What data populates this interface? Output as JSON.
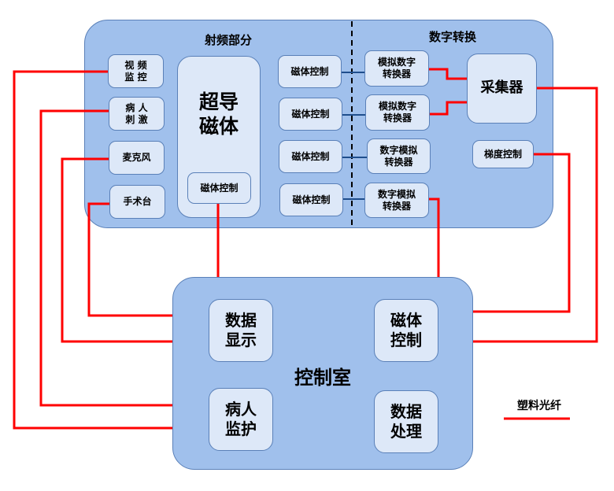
{
  "rf_section": {
    "title": "射频部分",
    "items": {
      "video_monitor": "视  频\n监  控",
      "patient_stimulus": "病  人\n刺  激",
      "microphone": "麦克风",
      "operating_table": "手术台",
      "superconducting_magnet": "超导\n磁体",
      "magnet_control_inner": "磁体控制",
      "magnet_controls": [
        "磁体控制",
        "磁体控制",
        "磁体控制",
        "磁体控制"
      ]
    }
  },
  "digital_section": {
    "title": "数字转换",
    "converters": [
      "模拟数字\n转换器",
      "模拟数字\n转换器",
      "数字模拟\n转换器",
      "数字模拟\n转换器"
    ],
    "collector": "采集器",
    "gradient_control": "梯度控制"
  },
  "control_room": {
    "title": "控制室",
    "items": {
      "data_display": "数据\n显示",
      "magnet_control": "磁体\n控制",
      "patient_monitor": "病人\n监护",
      "data_processing": "数据\n处理"
    }
  },
  "legend": {
    "label": "塑料光纤",
    "color": "#ff0000"
  },
  "colors": {
    "fiber": "#ff0000",
    "internal_link": "#1f4e8c",
    "panel_fill": "#a0c0ec",
    "box_fill": "#dde8f8"
  }
}
